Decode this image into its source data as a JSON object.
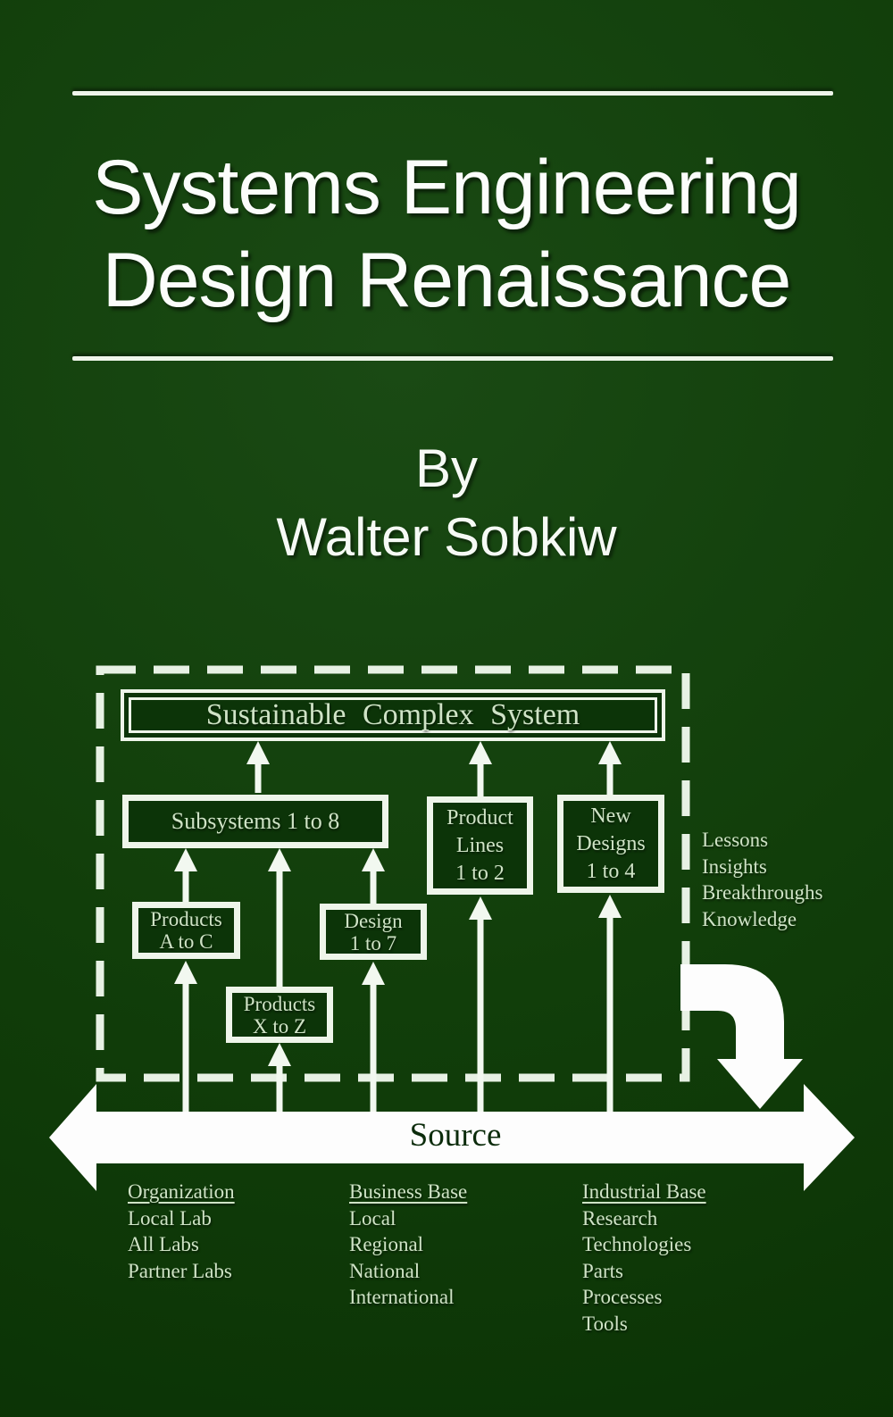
{
  "cover": {
    "title_line1": "Systems Engineering",
    "title_line2": "Design Renaissance",
    "byline": "By",
    "author": "Walter Sobkiw"
  },
  "colors": {
    "background_green": "#113e0a",
    "line_white": "#eef5ea",
    "diagram_text": "#cfe3c6",
    "source_text": "#0c2c0c"
  },
  "diagram": {
    "boxes": {
      "sustainable": {
        "label": "Sustainable Complex System"
      },
      "subsystems": {
        "label": "Subsystems 1 to 8"
      },
      "product_lines": {
        "lines": [
          "Product",
          "Lines",
          "1 to 2"
        ]
      },
      "new_designs": {
        "lines": [
          "New",
          "Designs",
          "1 to 4"
        ]
      },
      "products_a_c": {
        "lines": [
          "Products",
          "A to C"
        ]
      },
      "design_1_7": {
        "lines": [
          "Design",
          "1 to 7"
        ]
      },
      "products_x_z": {
        "lines": [
          "Products",
          "X to Z"
        ]
      }
    },
    "outputs": [
      "Lessons",
      "Insights",
      "Breakthroughs",
      "Knowledge"
    ],
    "source_label": "Source"
  },
  "footer_columns": [
    {
      "header": "Organization",
      "items": [
        "Local Lab",
        "All Labs",
        "Partner Labs"
      ]
    },
    {
      "header": "Business Base",
      "items": [
        "Local",
        "Regional",
        "National",
        "International"
      ]
    },
    {
      "header": "Industrial Base",
      "items": [
        "Research",
        "Technologies",
        "Parts",
        "Processes",
        "Tools"
      ]
    }
  ]
}
